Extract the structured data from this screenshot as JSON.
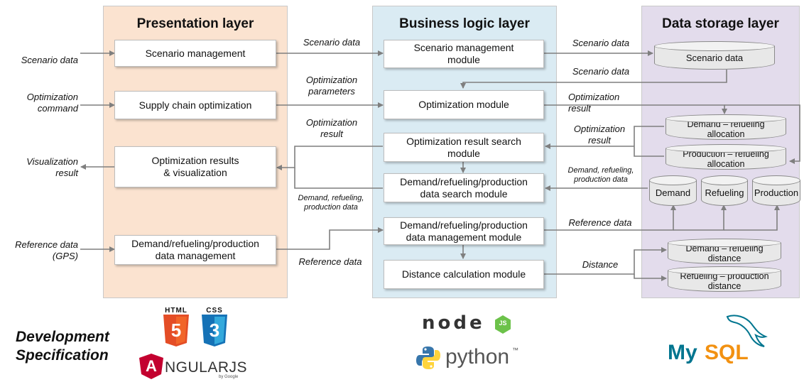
{
  "layers": {
    "presentation": {
      "title": "Presentation layer",
      "color": "#fbe3d0",
      "boxes": {
        "scenario_mgmt": "Scenario management",
        "sc_opt": "Supply chain optimization",
        "opt_vis_1": "Optimization results",
        "opt_vis_2": "& visualization",
        "drp_mgmt_1": "Demand/refueling/production",
        "drp_mgmt_2": "data management"
      }
    },
    "business": {
      "title": "Business logic layer",
      "color": "#daebf3",
      "boxes": {
        "scenario_mod_1": "Scenario management",
        "scenario_mod_2": "module",
        "opt_mod": "Optimization module",
        "opt_search_1": "Optimization result search",
        "opt_search_2": "module",
        "drp_search_1": "Demand/refueling/production",
        "drp_search_2": "data search module",
        "drp_dm_1": "Demand/refueling/production",
        "drp_dm_2": "data management module",
        "dist_mod": "Distance calculation module"
      }
    },
    "storage": {
      "title": "Data storage layer",
      "color": "#e3dcec",
      "cylinders": {
        "scenario": "Scenario data",
        "dr_alloc_1": "Demand – refueling",
        "dr_alloc_2": "allocation",
        "pr_alloc_1": "Production – refueling",
        "pr_alloc_2": "allocation",
        "demand": "Demand",
        "refueling": "Refueling",
        "production": "Production",
        "dr_dist_1": "Demand – refueling",
        "dr_dist_2": "distance",
        "rp_dist_1": "Refueling – production",
        "rp_dist_2": "distance"
      }
    }
  },
  "labels": {
    "in_scenario": "Scenario data",
    "in_opt_cmd_1": "Optimization",
    "in_opt_cmd_2": "command",
    "out_vis_1": "Visualization",
    "out_vis_2": "result",
    "in_ref_1": "Reference data",
    "in_ref_2": "(GPS)",
    "pb_scenario": "Scenario data",
    "pb_opt_params_1": "Optimization",
    "pb_opt_params_2": "parameters",
    "pb_opt_result_1": "Optimization",
    "pb_opt_result_2": "result",
    "pb_drp_data_1": "Demand, refueling,",
    "pb_drp_data_2": "production data",
    "pb_ref": "Reference data",
    "bd_scenario_to": "Scenario data",
    "bd_scenario_from": "Scenario data",
    "bd_opt_result_1": "Optimization",
    "bd_opt_result_2": "result",
    "bd_opt_result_b_1": "Optimization",
    "bd_opt_result_b_2": "result",
    "bd_drp_data_1": "Demand, refueling,",
    "bd_drp_data_2": "production data",
    "bd_ref": "Reference data",
    "bd_distance": "Distance"
  },
  "dev_spec": {
    "line1": "Development",
    "line2": "Specification"
  },
  "logos": {
    "html": "HTML",
    "html_num": "5",
    "css": "CSS",
    "css_num": "3",
    "angular_a": "A",
    "angular_text": "NGULARJS",
    "angular_by": "by Google",
    "node": "node",
    "node_js": "JS",
    "python": "python",
    "python_tm": "™",
    "mysql_my": "My",
    "mysql_sql": "SQL"
  },
  "colors": {
    "arrow": "#7f7f7f",
    "html_orange": "#e44d26",
    "css_blue": "#1572b6",
    "angular_red": "#c3002f",
    "node_green": "#6cc24a",
    "python_blue": "#3776ab",
    "python_yellow": "#ffd43b",
    "mysql_blue": "#00758f",
    "mysql_orange": "#f29111"
  }
}
